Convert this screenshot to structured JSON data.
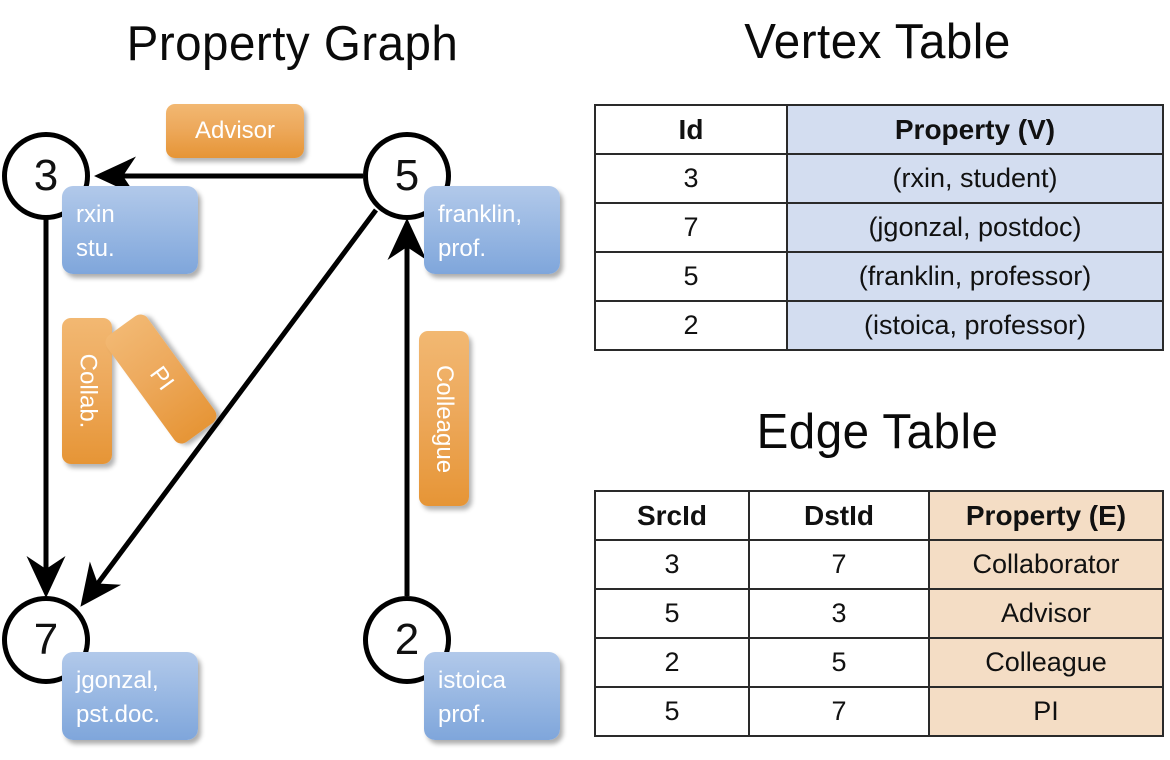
{
  "titles": {
    "property_graph": "Property Graph",
    "vertex_table": "Vertex Table",
    "edge_table": "Edge Table"
  },
  "colors": {
    "node_blue_top": "#b2c9ea",
    "node_blue_bottom": "#7fa6db",
    "edge_orange_top": "#f2b872",
    "edge_orange_bottom": "#e69536",
    "vertex_table_fill": "#d3ddf0",
    "edge_table_fill": "#f4ddc5",
    "stroke": "#000000"
  },
  "graph": {
    "nodes": [
      {
        "id": "3",
        "property": "rxin\nstu."
      },
      {
        "id": "5",
        "property": "franklin,\nprof."
      },
      {
        "id": "7",
        "property": "jgonzal,\npst.doc."
      },
      {
        "id": "2",
        "property": "istoica\nprof."
      }
    ],
    "edge_labels": {
      "advisor": "Advisor",
      "collab": "Collab.",
      "pi": "PI",
      "colleague": "Colleague"
    },
    "edges": [
      {
        "from": "5",
        "to": "3",
        "label": "Advisor"
      },
      {
        "from": "3",
        "to": "7",
        "label": "Collab."
      },
      {
        "from": "5",
        "to": "7",
        "label": "PI"
      },
      {
        "from": "2",
        "to": "5",
        "label": "Colleague"
      }
    ]
  },
  "vertex_table": {
    "headers": [
      "Id",
      "Property (V)"
    ],
    "rows": [
      [
        "3",
        "(rxin, student)"
      ],
      [
        "7",
        "(jgonzal, postdoc)"
      ],
      [
        "5",
        "(franklin, professor)"
      ],
      [
        "2",
        "(istoica, professor)"
      ]
    ]
  },
  "edge_table": {
    "headers": [
      "SrcId",
      "DstId",
      "Property (E)"
    ],
    "rows": [
      [
        "3",
        "7",
        "Collaborator"
      ],
      [
        "5",
        "3",
        "Advisor"
      ],
      [
        "2",
        "5",
        "Colleague"
      ],
      [
        "5",
        "7",
        "PI"
      ]
    ]
  }
}
